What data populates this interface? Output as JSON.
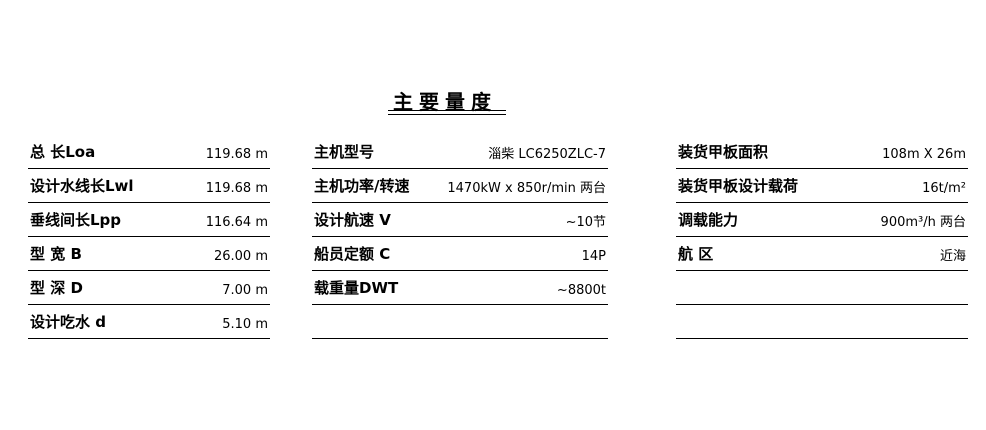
{
  "title": "主要量度",
  "columns": [
    {
      "rows": [
        {
          "label": "总   长Loa",
          "value": "119.68 m"
        },
        {
          "label": "设计水线长Lwl",
          "value": "119.68 m"
        },
        {
          "label": "垂线间长Lpp",
          "value": "116.64 m"
        },
        {
          "label": "型  宽 B",
          "value": "26.00 m"
        },
        {
          "label": "型  深 D",
          "value": "7.00 m"
        },
        {
          "label": "设计吃水 d",
          "value": "5.10 m"
        }
      ]
    },
    {
      "rows": [
        {
          "label": "主机型号",
          "value": "淄柴 LC6250ZLC-7"
        },
        {
          "label": "主机功率/转速",
          "value": "1470kW x 850r/min 两台"
        },
        {
          "label": "设计航速 V",
          "value": "~10节"
        },
        {
          "label": "船员定额 C",
          "value": "14P"
        },
        {
          "label": "载重量DWT",
          "value": "~8800t"
        },
        {
          "label": "",
          "value": ""
        }
      ]
    },
    {
      "rows": [
        {
          "label": "装货甲板面积",
          "value": "108m X 26m"
        },
        {
          "label": "装货甲板设计载荷",
          "value": "16t/m²"
        },
        {
          "label": "调载能力",
          "value": "900m³/h 两台"
        },
        {
          "label": "航    区",
          "value": "近海"
        },
        {
          "label": "",
          "value": ""
        },
        {
          "label": "",
          "value": ""
        }
      ]
    }
  ]
}
